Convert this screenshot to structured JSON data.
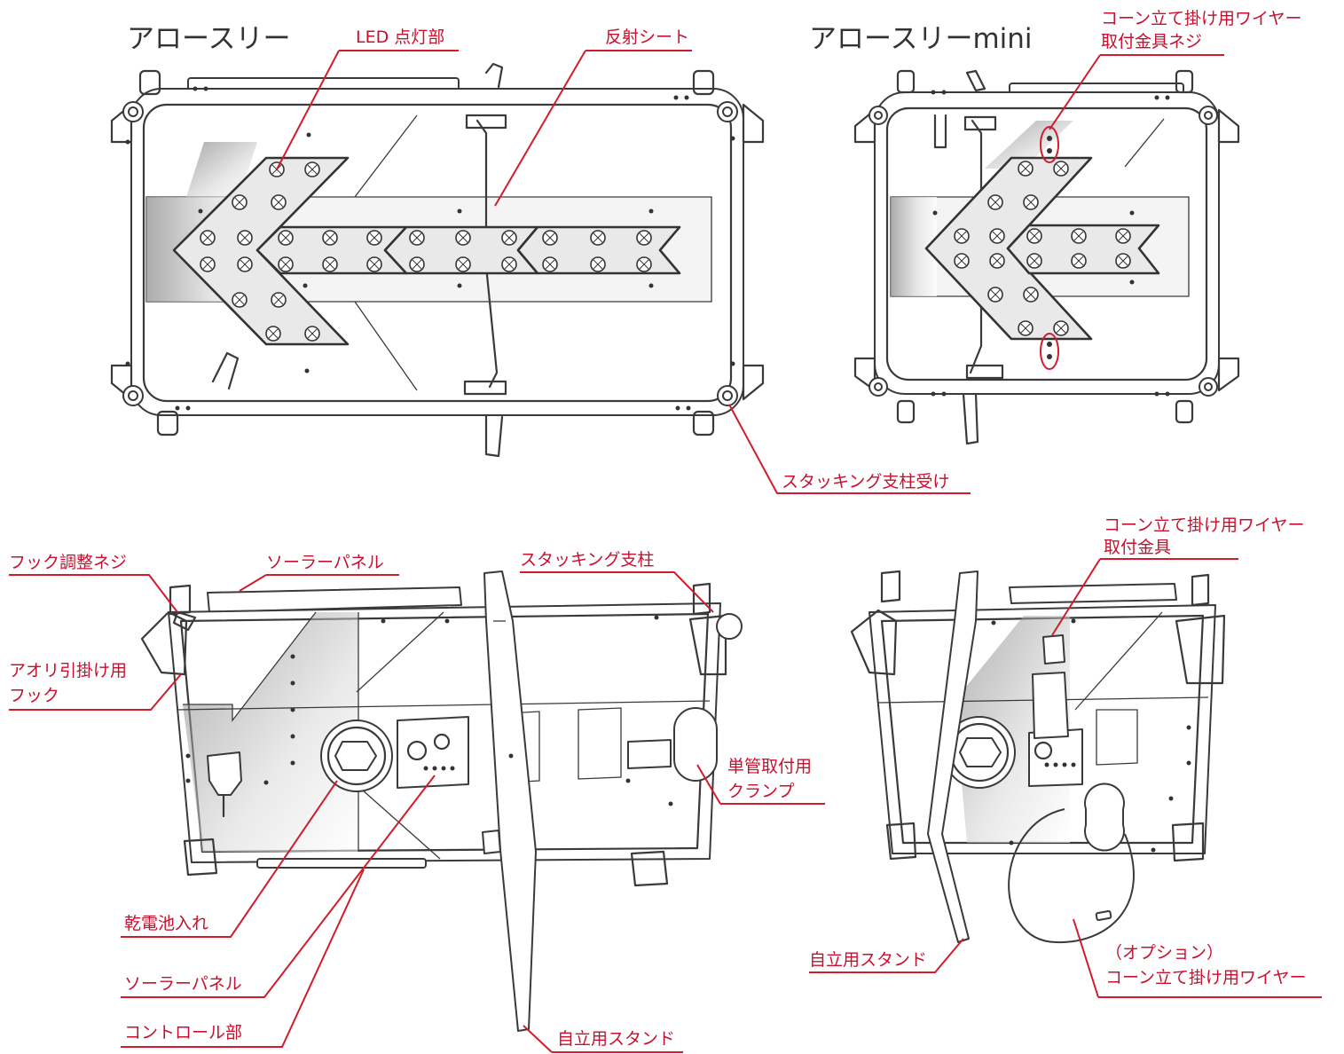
{
  "titles": {
    "arrowthree": "アロースリー",
    "arrowthree_mini": "アロースリーmini"
  },
  "labels": {
    "led": "LED 点灯部",
    "reflective_sheet": "反射シート",
    "cone_wire_screw_l1": "コーン立て掛け用ワイヤー",
    "cone_wire_screw_l2": "取付金具ネジ",
    "stacking_post_receiver": "スタッキング支柱受け",
    "hook_adjust_screw": "フック調整ネジ",
    "solar_panel_top": "ソーラーパネル",
    "stacking_post": "スタッキング支柱",
    "cone_wire_bracket_l1": "コーン立て掛け用ワイヤー",
    "cone_wire_bracket_l2": "取付金具",
    "aori_hook_l1": "アオリ引掛け用",
    "aori_hook_l2": "フック",
    "clamp_l1": "単管取付用",
    "clamp_l2": "クランプ",
    "battery_box": "乾電池入れ",
    "solar_panel_bottom": "ソーラーパネル",
    "control_unit": "コントロール部",
    "stand_left": "自立用スタンド",
    "stand_right": "自立用スタンド",
    "option_wire_l1": "（オプション）",
    "option_wire_l2": "コーン立て掛け用ワイヤー"
  },
  "colors": {
    "leader": "#d01c2b",
    "label_text": "#c8102e",
    "line_art": "#3a3a3a"
  }
}
